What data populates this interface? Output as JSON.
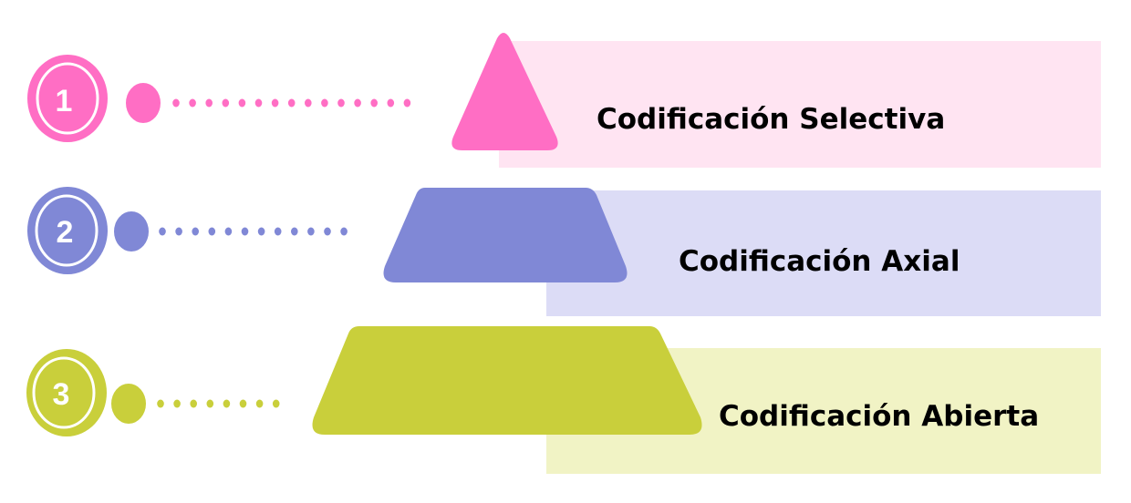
{
  "levels": [
    {
      "number": "1",
      "label": "Codificación Selectiva",
      "color": "#ff6ec4",
      "bg": "#ffe4f2",
      "dots": 15
    },
    {
      "number": "2",
      "label": "Codificación Axial",
      "color": "#8088d6",
      "bg": "#dcdcf6",
      "dots": 12
    },
    {
      "number": "3",
      "label": "Codificación Abierta",
      "color": "#c9cf3b",
      "bg": "#f1f3c5",
      "dots": 8
    }
  ]
}
